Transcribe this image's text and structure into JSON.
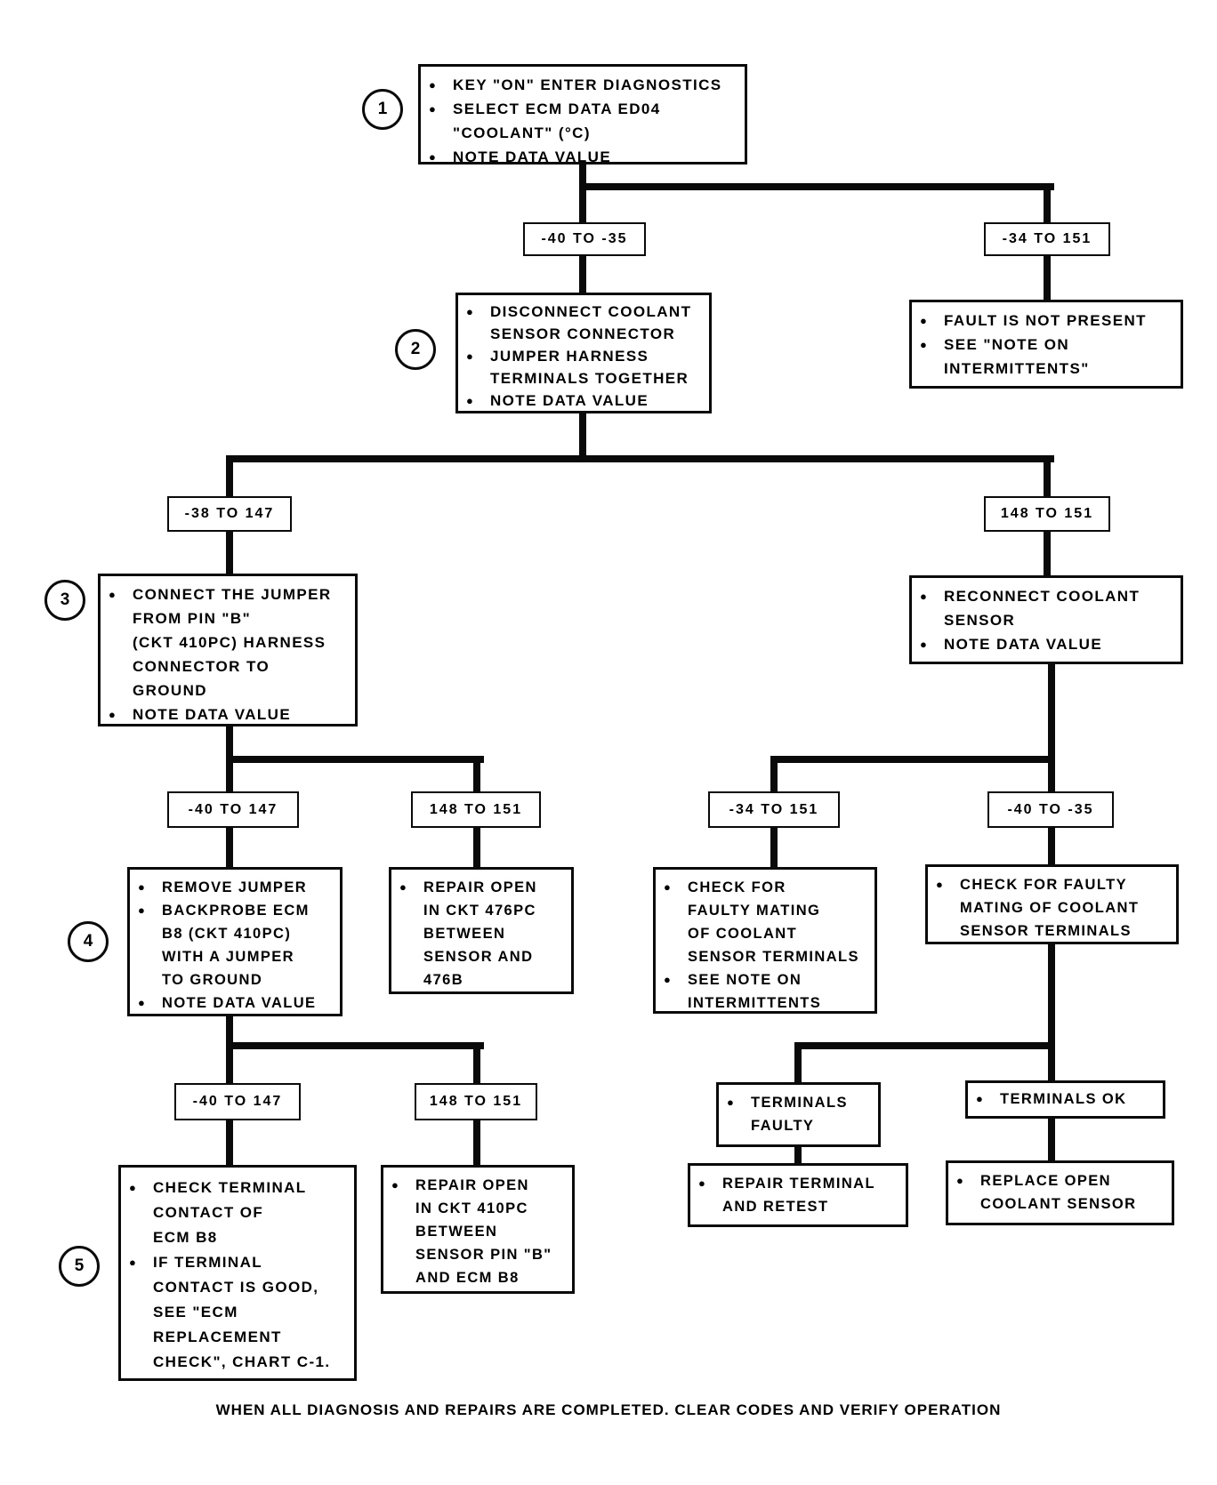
{
  "steps": {
    "s1": "1",
    "s2": "2",
    "s3": "3",
    "s4": "4",
    "s5": "5"
  },
  "labels": {
    "l2a": "-40 TO -35",
    "l2b": "-34 TO 151",
    "l3a": "-38 TO 147",
    "l3b": "148 TO 151",
    "l4a": "-40 TO 147",
    "l4b": "148 TO 151",
    "l4c": "-34 TO 151",
    "l4d": "-40 TO -35",
    "l5a": "-40 TO 147",
    "l5b": "148 TO 151"
  },
  "nodes": {
    "step1": {
      "lines": [
        "KEY \"ON\" ENTER DIAGNOSTICS",
        "SELECT ECM DATA ED04",
        "\"COOLANT\" (°C)",
        "NOTE DATA VALUE"
      ]
    },
    "step2": {
      "lines": [
        "DISCONNECT COOLANT",
        "SENSOR CONNECTOR",
        "JUMPER HARNESS",
        "TERMINALS TOGETHER",
        "NOTE DATA VALUE"
      ]
    },
    "fault": {
      "lines": [
        "FAULT IS NOT PRESENT",
        "SEE \"NOTE ON",
        "INTERMITTENTS\""
      ]
    },
    "step3": {
      "lines": [
        "CONNECT THE JUMPER",
        "FROM PIN \"B\"",
        "(CKT 410PC) HARNESS",
        "CONNECTOR TO",
        "GROUND",
        "NOTE DATA VALUE"
      ]
    },
    "reconnect": {
      "lines": [
        "RECONNECT COOLANT",
        "SENSOR",
        "NOTE DATA VALUE"
      ]
    },
    "step4": {
      "lines": [
        "REMOVE JUMPER",
        "BACKPROBE ECM",
        "B8 (CKT 410PC)",
        "WITH A JUMPER",
        "TO GROUND",
        "NOTE DATA VALUE"
      ]
    },
    "repair476": {
      "lines": [
        "REPAIR OPEN",
        "IN CKT 476PC",
        "BETWEEN",
        "SENSOR AND",
        "476B"
      ]
    },
    "checkMating1": {
      "lines": [
        "CHECK FOR",
        "FAULTY MATING",
        "OF COOLANT",
        "SENSOR TERMINALS",
        "SEE NOTE ON",
        "INTERMITTENTS"
      ]
    },
    "checkMating2": {
      "lines": [
        "CHECK FOR FAULTY",
        "MATING OF COOLANT",
        "SENSOR TERMINALS"
      ]
    },
    "terminalsFaulty": {
      "lines": [
        "TERMINALS",
        "FAULTY"
      ]
    },
    "terminalsOk": {
      "lines": [
        "TERMINALS OK"
      ]
    },
    "step5": {
      "lines": [
        "CHECK TERMINAL",
        "CONTACT OF",
        "ECM B8",
        "IF TERMINAL",
        "CONTACT IS GOOD,",
        "SEE \"ECM",
        "REPLACEMENT",
        "CHECK\", CHART C-1."
      ]
    },
    "repair410": {
      "lines": [
        "REPAIR OPEN",
        "IN CKT 410PC",
        "BETWEEN",
        "SENSOR PIN \"B\"",
        "AND ECM B8"
      ]
    },
    "repairTerminal": {
      "lines": [
        "REPAIR TERMINAL",
        "AND RETEST"
      ]
    },
    "replaceSensor": {
      "lines": [
        "REPLACE OPEN",
        "COOLANT SENSOR"
      ]
    }
  },
  "caption": "WHEN ALL DIAGNOSIS AND REPAIRS ARE COMPLETED. CLEAR CODES AND VERIFY OPERATION"
}
